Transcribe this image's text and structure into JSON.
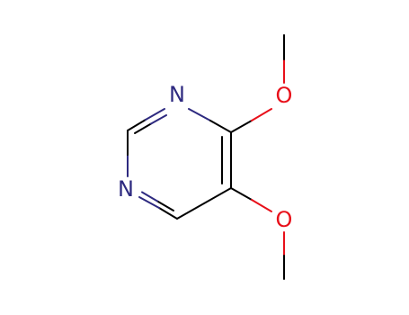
{
  "molecule": {
    "atoms": {
      "n1": {
        "label": "N",
        "color": "#2e2a80"
      },
      "n3": {
        "label": "N",
        "color": "#2e2a80"
      },
      "o1": {
        "label": "O",
        "color": "#e8101a"
      },
      "o2": {
        "label": "O",
        "color": "#e8101a"
      }
    },
    "colors": {
      "bond": "#000000",
      "nitrogen": "#2e2a80",
      "oxygen": "#e8101a"
    }
  }
}
